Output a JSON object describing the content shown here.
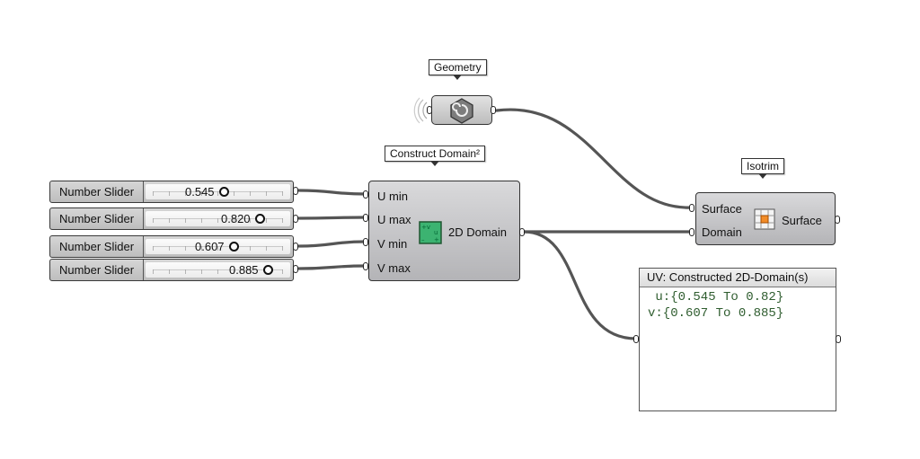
{
  "callouts": {
    "geometry": "Geometry",
    "construct_domain": "Construct Domain²",
    "isotrim": "Isotrim"
  },
  "sliders": [
    {
      "name": "Number Slider",
      "value": "0.545"
    },
    {
      "name": "Number Slider",
      "value": "0.820"
    },
    {
      "name": "Number Slider",
      "value": "0.607"
    },
    {
      "name": "Number Slider",
      "value": "0.885"
    }
  ],
  "construct_domain": {
    "inputs": [
      "U min",
      "U max",
      "V min",
      "V max"
    ],
    "output": "2D Domain"
  },
  "isotrim": {
    "inputs": [
      "Surface",
      "Domain"
    ],
    "output": "Surface"
  },
  "panel": {
    "title": "UV: Constructed 2D-Domain(s)",
    "lines": [
      " u:{0.545 To 0.82}",
      "v:{0.607 To 0.885}"
    ]
  },
  "colors": {
    "canvas": "#ffffff",
    "wire": "#555555",
    "panel_text": "#2f5d2f",
    "construct_icon": "#3cb371",
    "isotrim_icon": "#f28c28"
  }
}
